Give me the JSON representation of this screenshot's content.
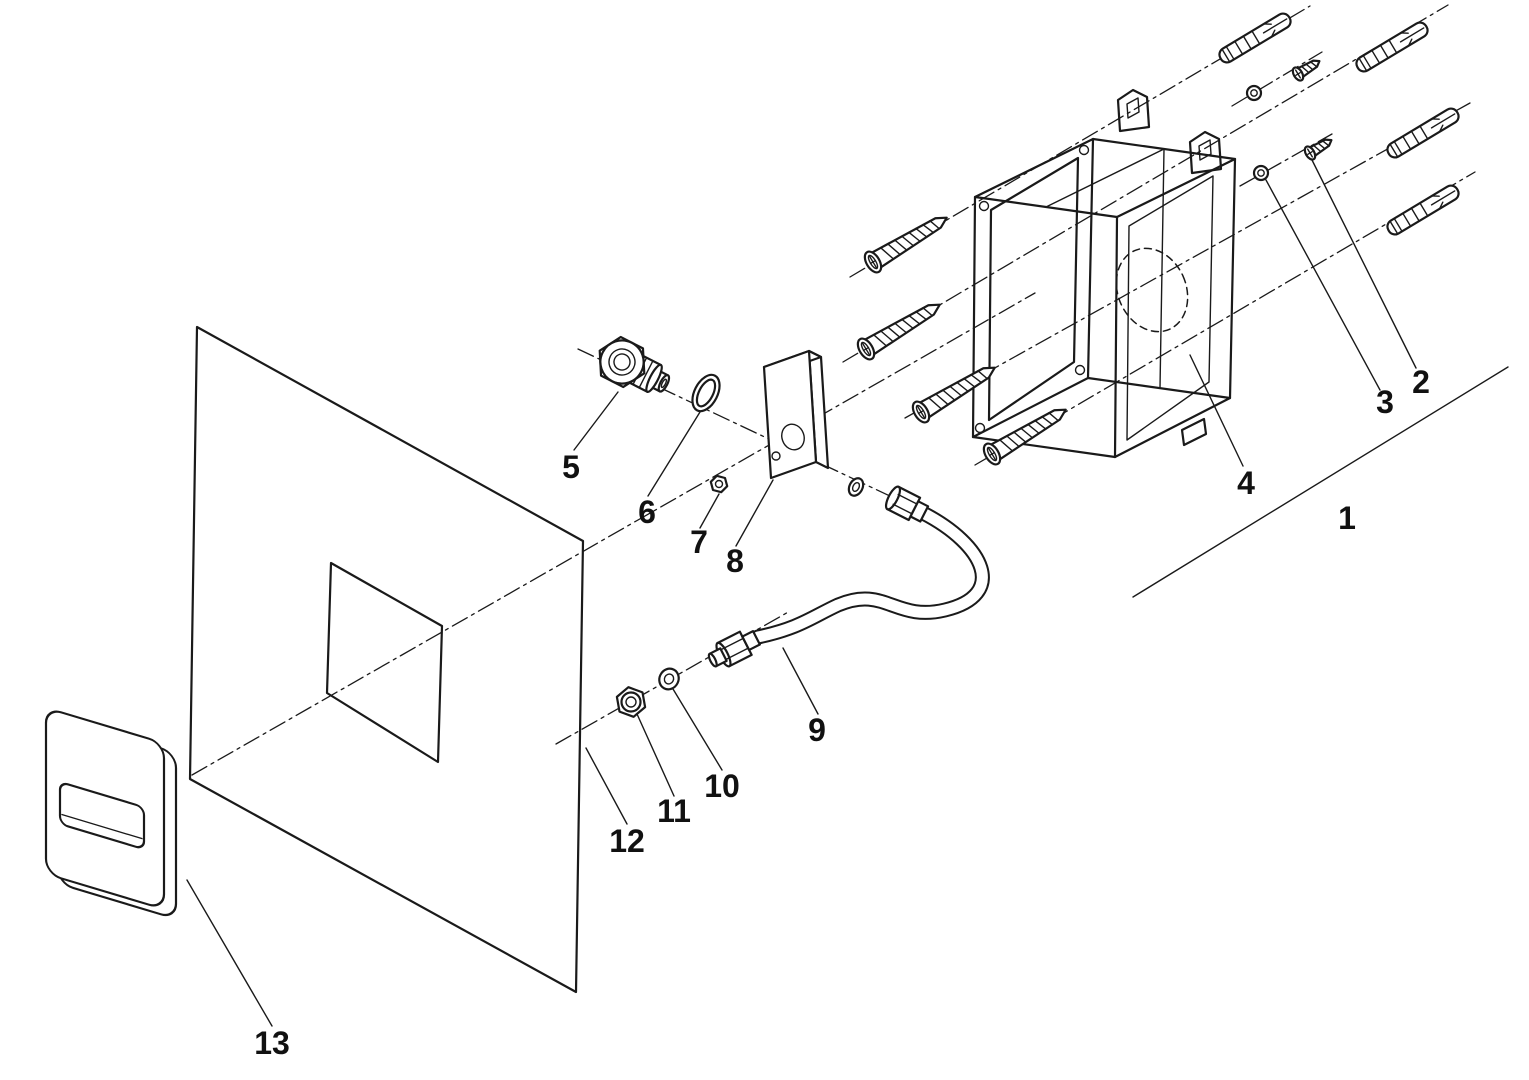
{
  "page": {
    "background_color": "#ffffff",
    "line_color": "#1a1a1a",
    "kind": "exploded parts installation diagram"
  },
  "diagram": {
    "callouts": [
      {
        "part": "1"
      },
      {
        "part": "2"
      },
      {
        "part": "3"
      },
      {
        "part": "4"
      },
      {
        "part": "5"
      },
      {
        "part": "6"
      },
      {
        "part": "7"
      },
      {
        "part": "8"
      },
      {
        "part": "9"
      },
      {
        "part": "10"
      },
      {
        "part": "11"
      },
      {
        "part": "12"
      },
      {
        "part": "13"
      }
    ]
  }
}
